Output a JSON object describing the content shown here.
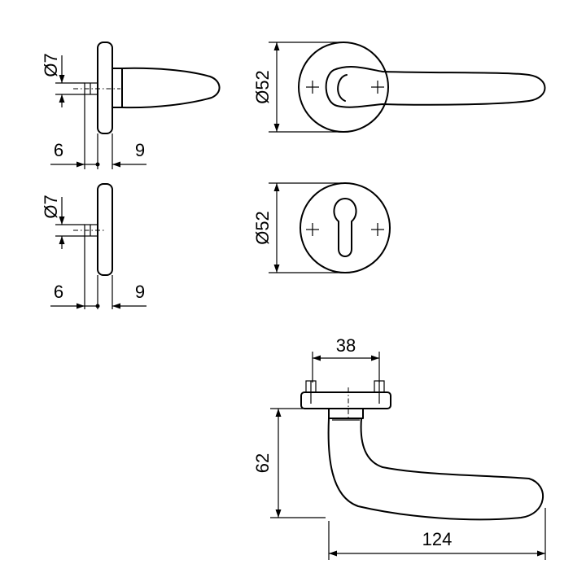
{
  "drawing": {
    "dimensions": {
      "side_top": {
        "spindle_dia": "Ø7",
        "left_thickness": "6",
        "right_thickness": "9"
      },
      "side_bottom": {
        "spindle_dia": "Ø7",
        "left_thickness": "6",
        "right_thickness": "9"
      },
      "front_handle_rose": {
        "rose_dia": "Ø52"
      },
      "front_keyhole_rose": {
        "rose_dia": "Ø52"
      },
      "top_view": {
        "screw_spacing": "38",
        "height": "62",
        "length": "124"
      }
    }
  }
}
